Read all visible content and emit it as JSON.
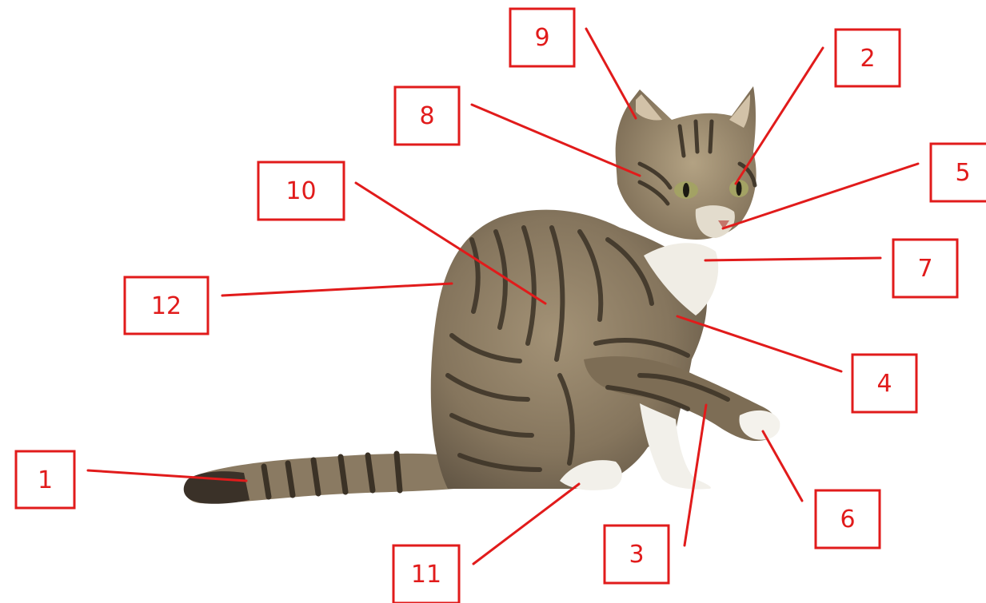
{
  "accent_color": "#e11b1b",
  "illustration": {
    "subject": "kitten",
    "colors": {
      "fur_base": "#8b7a62",
      "fur_dark": "#3b3226",
      "fur_light": "#b5a282",
      "white_fur": "#f2f0ea",
      "eye": "#9a9a5c"
    }
  },
  "labels": [
    {
      "id": "label-1",
      "text": "1"
    },
    {
      "id": "label-2",
      "text": "2"
    },
    {
      "id": "label-3",
      "text": "3"
    },
    {
      "id": "label-4",
      "text": "4"
    },
    {
      "id": "label-5",
      "text": "5"
    },
    {
      "id": "label-6",
      "text": "6"
    },
    {
      "id": "label-7",
      "text": "7"
    },
    {
      "id": "label-8",
      "text": "8"
    },
    {
      "id": "label-9",
      "text": "9"
    },
    {
      "id": "label-10",
      "text": "10"
    },
    {
      "id": "label-11",
      "text": "11"
    },
    {
      "id": "label-12",
      "text": "12"
    }
  ]
}
